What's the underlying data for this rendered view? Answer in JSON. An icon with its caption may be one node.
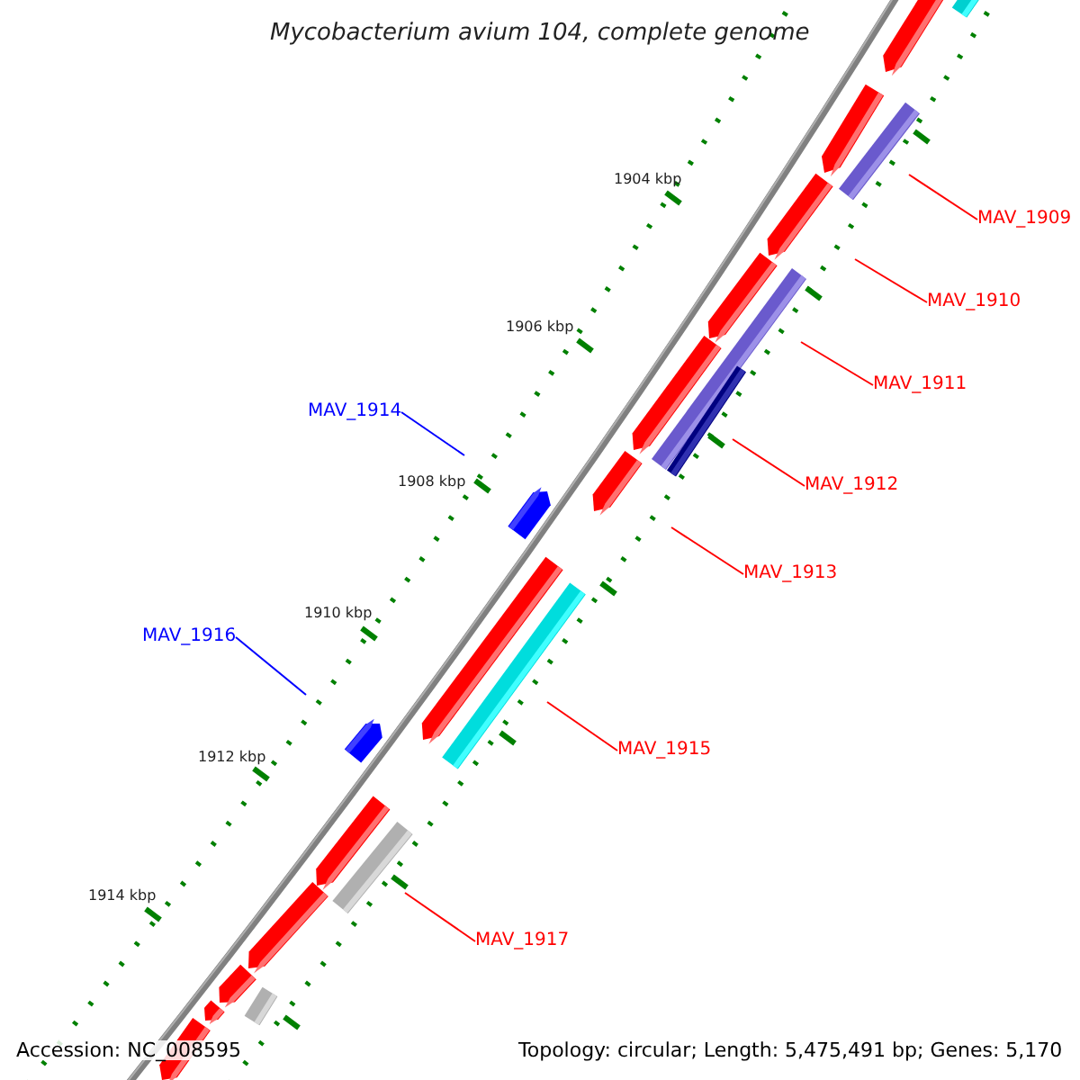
{
  "diagram": {
    "title": "Mycobacterium avium 104, complete genome",
    "nodes": [
      {
        "text": [
          "MAV_1909"
        ]
      },
      {
        "text": [
          "MAV_1910"
        ]
      },
      {
        "text": [
          "MAV_1911"
        ]
      },
      {
        "text": [
          "MAV_1914"
        ]
      },
      {
        "text": [
          "MAV_1912"
        ]
      },
      {
        "text": [
          "MAV_1913"
        ]
      },
      {
        "text": [
          "MAV_1916"
        ]
      },
      {
        "text": [
          "MAV_1915"
        ]
      },
      {
        "text": [
          "MAV_1917"
        ]
      }
    ],
    "edges": [
      {
        "from": 0,
        "to": null,
        "arrow": "none"
      },
      {
        "from": 1,
        "to": null,
        "arrow": "none"
      },
      {
        "from": 2,
        "to": null,
        "arrow": "none"
      },
      {
        "from": 3,
        "to": null,
        "arrow": "none",
        "color": "#0000ff"
      },
      {
        "from": 4,
        "to": null,
        "arrow": "none"
      },
      {
        "from": 5,
        "to": null,
        "arrow": "none"
      },
      {
        "from": 6,
        "to": null,
        "arrow": "none",
        "color": "#0000ff"
      },
      {
        "from": 7,
        "to": null,
        "arrow": "none"
      },
      {
        "from": 8,
        "to": null,
        "arrow": "none"
      }
    ],
    "labels": [
      "1904 kbp",
      "1906 kbp",
      "1908 kbp",
      "1910 kbp",
      "1912 kbp",
      "1914 kbp",
      "Accession: NC_008595",
      "Topology: circular; Length: 5,475,491 bp; Genes: 5,170"
    ]
  }
}
